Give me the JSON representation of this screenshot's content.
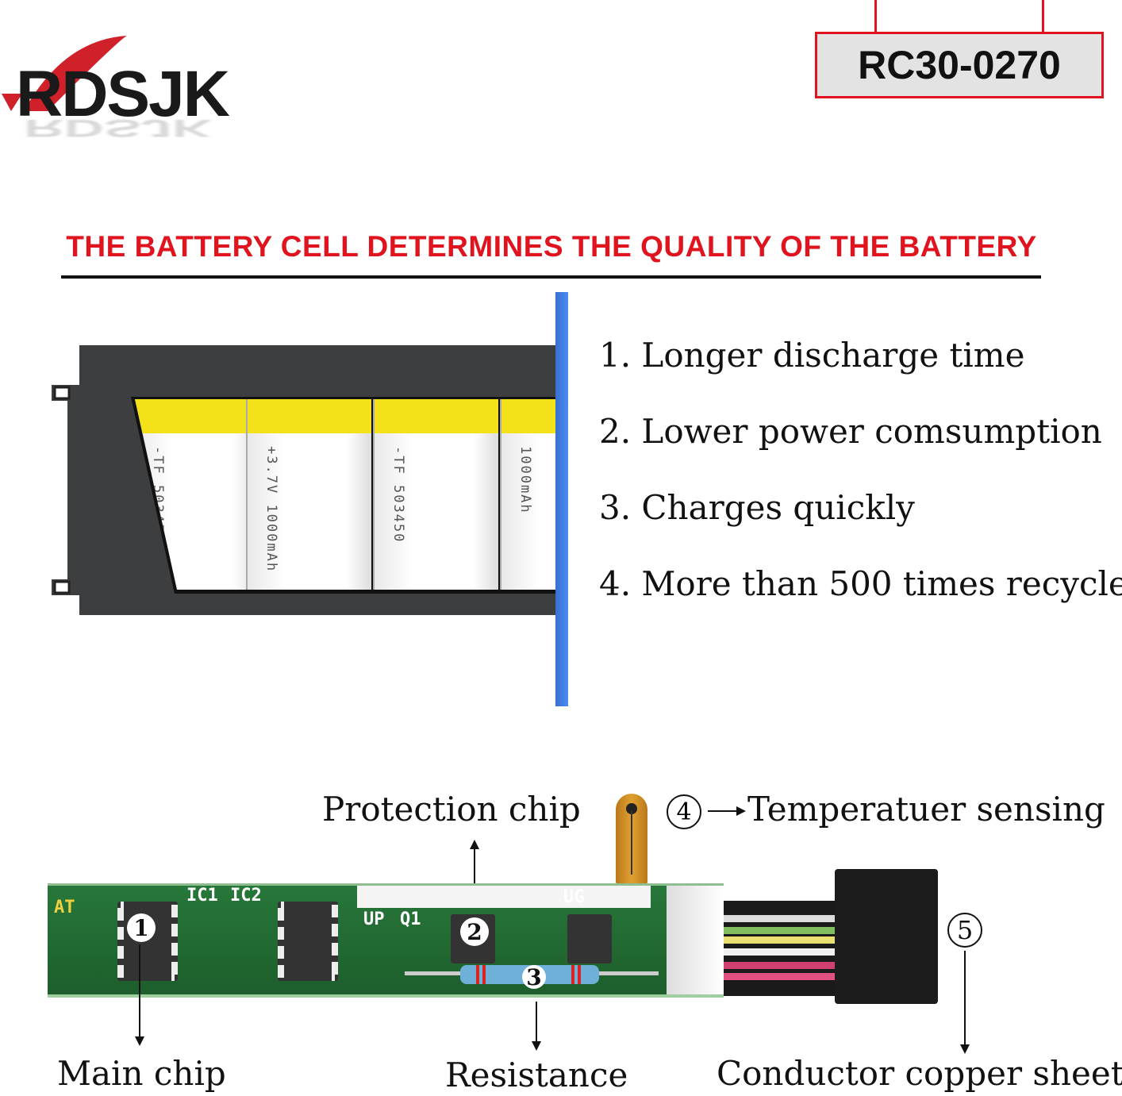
{
  "brand": {
    "logo_text": "RDSJK",
    "model": "RC30-0270"
  },
  "headline": "THE BATTERY CELL DETERMINES THE QUALITY OF THE BATTERY",
  "features": [
    "1. Longer discharge time",
    "2. Lower power comsumption",
    "3. Charges quickly",
    "4. More than 500 times recycle"
  ],
  "cell_print": {
    "polarity": "-TF",
    "voltage": "+3.7V",
    "model": "503450",
    "capacity": "1000mAh"
  },
  "pcb": {
    "silkscreen": [
      "AT",
      "IC1",
      "IC2",
      "UP",
      "Q1",
      "UG"
    ],
    "markers": [
      "1",
      "2",
      "3"
    ]
  },
  "callouts": {
    "protection_chip": "Protection chip",
    "temperature_marker": "④",
    "temperature": "Temperatuer sensing",
    "main_chip": "Main chip",
    "resistance": "Resistance",
    "connector_marker": "⑤",
    "conductor": "Conductor copper sheet"
  },
  "colors": {
    "accent_red": "#e0141e",
    "divider_blue": "#4a8cf0",
    "pcb_green": "#1f6b2e"
  }
}
